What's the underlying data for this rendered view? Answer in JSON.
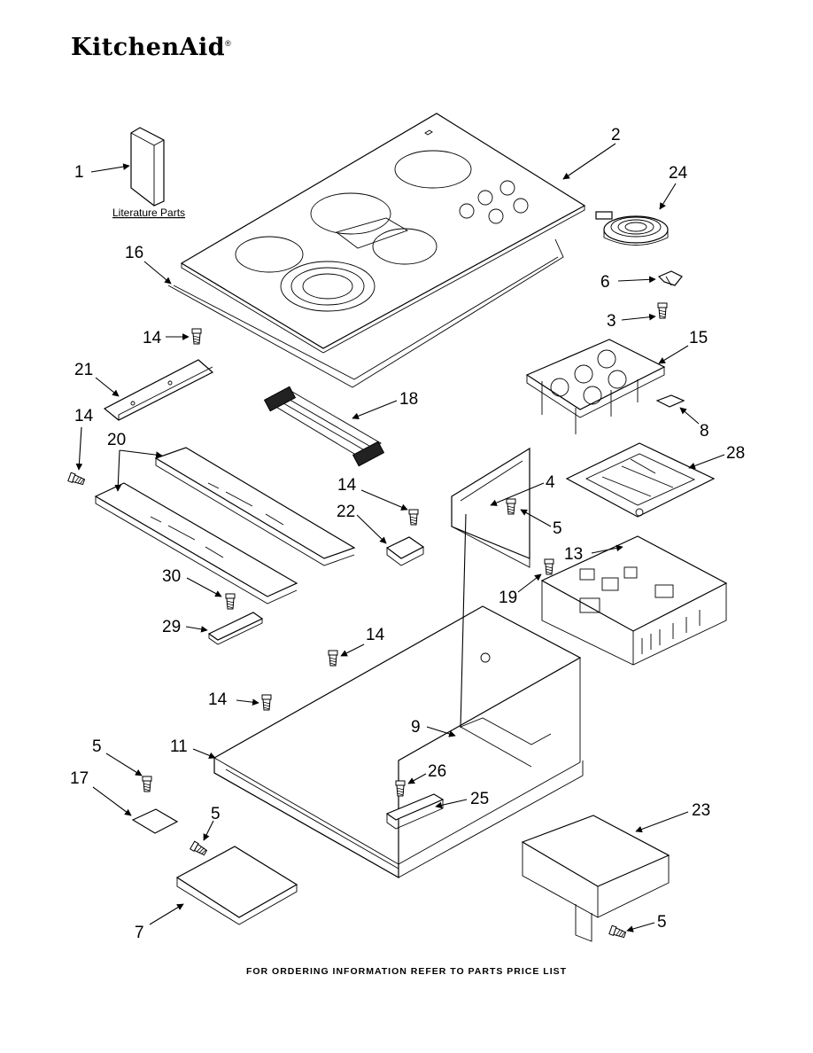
{
  "header": {
    "brand": "KitchenAid",
    "registered_mark": "®"
  },
  "footer": {
    "text": "FOR ORDERING INFORMATION REFER TO PARTS PRICE LIST"
  },
  "literature_label": "Literature Parts",
  "callouts": {
    "c1": "1",
    "c2": "2",
    "c24": "24",
    "c16": "16",
    "c6": "6",
    "c3": "3",
    "c14a": "14",
    "c15": "15",
    "c21": "21",
    "c18": "18",
    "c8": "8",
    "c14b": "14",
    "c20": "20",
    "c28": "28",
    "c14c": "14",
    "c4": "4",
    "c22": "22",
    "c5a": "5",
    "c13": "13",
    "c30": "30",
    "c19": "19",
    "c29": "29",
    "c14d": "14",
    "c14e": "14",
    "c9": "9",
    "c5b": "5",
    "c11": "11",
    "c26": "26",
    "c17": "17",
    "c25": "25",
    "c5c": "5",
    "c23": "23",
    "c7": "7",
    "c5d": "5"
  }
}
